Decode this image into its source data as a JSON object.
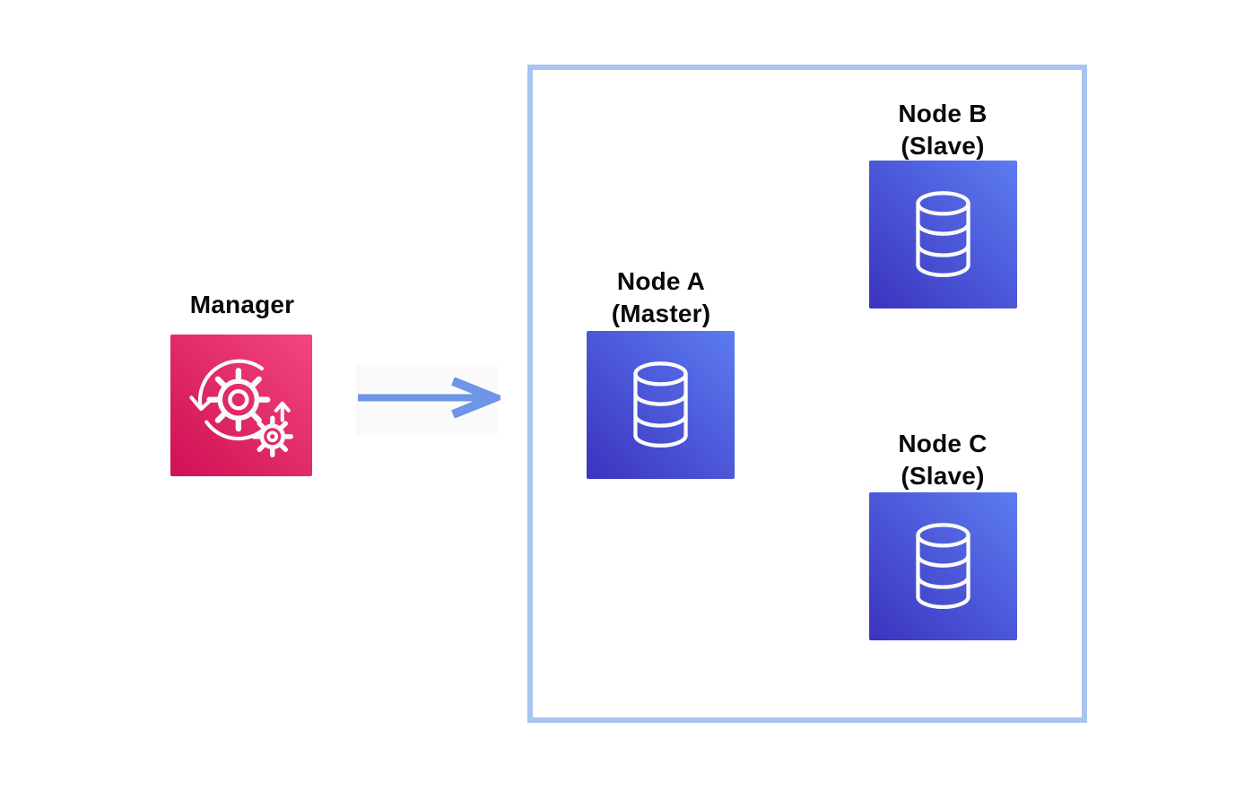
{
  "colors": {
    "background": "#ffffff",
    "label_text": "#0a0a0a",
    "manager_gradient_start": "#d01055",
    "manager_gradient_end": "#f2467e",
    "node_gradient_start": "#3b33be",
    "node_gradient_end": "#5c7cf1",
    "cluster_border": "#a8c4f1",
    "arrow": "#6e95e6",
    "icon_stroke": "#fafafa"
  },
  "manager": {
    "label": "Manager",
    "icon": "sync-gears-icon"
  },
  "arrow": {
    "direction": "right",
    "from": "manager",
    "to": "cluster"
  },
  "cluster": {
    "nodes": [
      {
        "title": "Node A",
        "subtitle": "(Master)",
        "icon": "database-cylinder-icon"
      },
      {
        "title": "Node B",
        "subtitle": "(Slave)",
        "icon": "database-cylinder-icon"
      },
      {
        "title": "Node C",
        "subtitle": "(Slave)",
        "icon": "database-cylinder-icon"
      }
    ]
  }
}
